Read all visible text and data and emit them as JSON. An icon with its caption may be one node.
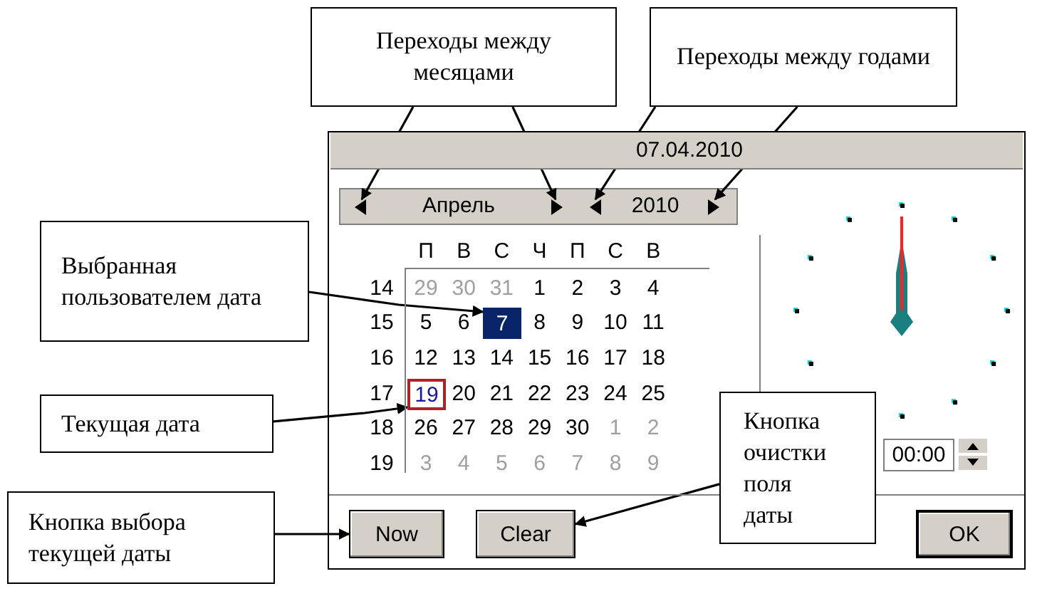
{
  "diagram": {
    "nodes": [
      {
        "text": [
          "Переходы между месяцами"
        ]
      },
      {
        "text": [
          "Переходы между годами"
        ]
      },
      {
        "text": [
          "07.04.2010"
        ]
      },
      {
        "text": [],
        "shape": "triangle",
        "in": 2
      },
      {
        "text": [],
        "shape": "triangle",
        "in": 2
      },
      {
        "text": [],
        "shape": "triangle",
        "in": 2
      },
      {
        "text": [],
        "shape": "triangle",
        "in": 2
      },
      {
        "text": [
          "Выбранная пользователем дата"
        ]
      },
      {
        "text": [
          "7"
        ],
        "in": 2
      },
      {
        "text": [
          "Текущая дата"
        ]
      },
      {
        "text": [
          "19"
        ],
        "in": 2
      },
      {
        "text": [
          "Кнопка очистки поля даты"
        ],
        "in": 2
      },
      {
        "text": [
          "Clear"
        ],
        "in": 2
      },
      {
        "text": [
          "Кнопка выбора текущей даты"
        ]
      },
      {
        "text": [
          "Now"
        ],
        "in": 2
      },
      {
        "text": [
          "OK"
        ],
        "in": 2
      }
    ],
    "edges": [
      {
        "from": 0,
        "to": 3,
        "arrow": "to"
      },
      {
        "from": 0,
        "to": 4,
        "arrow": "to"
      },
      {
        "from": 1,
        "to": 5,
        "arrow": "to"
      },
      {
        "from": 1,
        "to": 6,
        "arrow": "to"
      },
      {
        "from": 7,
        "to": 8,
        "arrow": "to"
      },
      {
        "from": 9,
        "to": 10,
        "arrow": "to"
      },
      {
        "from": 11,
        "to": 12,
        "arrow": "to"
      },
      {
        "from": 13,
        "to": 14,
        "arrow": "to"
      }
    ],
    "labels": [
      "Апрель",
      "2010",
      "П",
      "В",
      "С",
      "Ч",
      "П",
      "С",
      "В",
      "14",
      "29",
      "30",
      "31",
      "1",
      "2",
      "3",
      "4",
      "15",
      "5",
      "6",
      "8",
      "9",
      "10",
      "11",
      "16",
      "12",
      "13",
      "14",
      "15",
      "16",
      "17",
      "18",
      "17",
      "20",
      "21",
      "22",
      "23",
      "24",
      "25",
      "18",
      "26",
      "27",
      "28",
      "29",
      "30",
      "1",
      "2",
      "19",
      "3",
      "4",
      "5",
      "6",
      "7",
      "8",
      "9",
      "00:00"
    ]
  }
}
